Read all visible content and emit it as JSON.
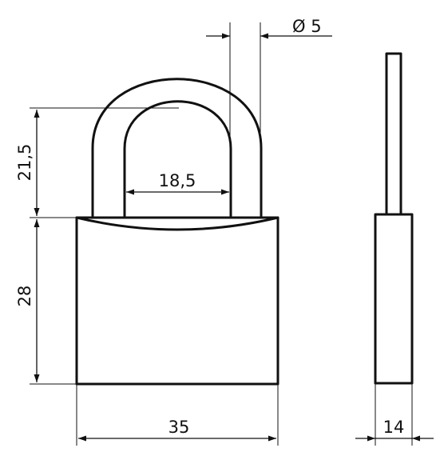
{
  "drawing": {
    "dimensions": {
      "shackle_diameter": "Ø 5",
      "shackle_height": "21,5",
      "shackle_inner_width": "18,5",
      "body_height": "28",
      "body_width": "35",
      "body_thickness": "14"
    },
    "colors": {
      "line": "#111111",
      "background": "#ffffff"
    }
  }
}
